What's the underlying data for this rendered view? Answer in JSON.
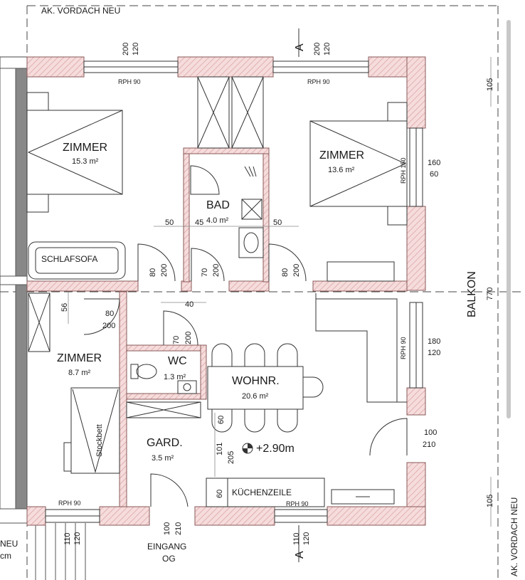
{
  "labels": {
    "vordach_top": "AK. VORDACH NEU",
    "vordach_right": "AK. VORDACH NEU",
    "neu_left": "NEU",
    "cm_left": "cm",
    "section_top": "A",
    "section_bottom": "A",
    "balkon": "BALKON",
    "kuechenzeile": "KÜCHENZEILE",
    "schlafsofa": "SCHLAFSOFA",
    "stockbett": "Stockbett",
    "eingang_line1": "EINGANG",
    "eingang_line2": "OG",
    "level": "+2.90m"
  },
  "rooms": {
    "zimmer1": {
      "name": "ZIMMER",
      "area": "15.3 m²"
    },
    "zimmer2": {
      "name": "ZIMMER",
      "area": "13.6 m²"
    },
    "bad": {
      "name": "BAD",
      "area": "4.0 m²"
    },
    "zimmer3": {
      "name": "ZIMMER",
      "area": "8.7 m²"
    },
    "wc": {
      "name": "WC",
      "area": "1.3 m²"
    },
    "wohnr": {
      "name": "WOHNR.",
      "area": "20.6 m²"
    },
    "gard": {
      "name": "GARD.",
      "area": "3.5 m²"
    }
  },
  "windows": {
    "w1": {
      "w": "200",
      "h": "120",
      "rph": "RPH 90"
    },
    "w2": {
      "w": "200",
      "h": "120",
      "rph": "RPH 90"
    },
    "w3_rph": "RPH 150",
    "w3_w": "160",
    "w3_h": "60",
    "w4_rph": "RPH 90",
    "w4_w": "180",
    "w4_h": "120",
    "w5": {
      "w": "110",
      "h": "120",
      "rph": "RPH 90"
    },
    "w6": {
      "w": "110",
      "h": "120",
      "rph": "RPH 90"
    }
  },
  "doors": {
    "d_zimmer1": {
      "w": "80",
      "h": "200"
    },
    "d_bad": {
      "w": "70",
      "h": "200"
    },
    "d_zimmer2": {
      "w": "80",
      "h": "200"
    },
    "d_zimmer3_w": "80",
    "d_zimmer3_h": "200",
    "d_wc": {
      "w": "70",
      "h": "200"
    },
    "d_balkon_w": "100",
    "d_balkon_h": "210",
    "d_eingang": {
      "w": "100",
      "h": "210"
    }
  },
  "dims": {
    "d50a": "50",
    "d45": "45",
    "d50b": "50",
    "d40": "40",
    "d56": "56",
    "d105_top": "105",
    "d770": "770",
    "d105_bottom": "105",
    "d60a": "60",
    "d101": "101",
    "d205": "205",
    "d60b": "60"
  },
  "colors": {
    "wall_fill": "#f2d4d4",
    "wall_stroke": "#8a5a5a",
    "outline": "#333333",
    "hatch": "#d9a3a3"
  }
}
